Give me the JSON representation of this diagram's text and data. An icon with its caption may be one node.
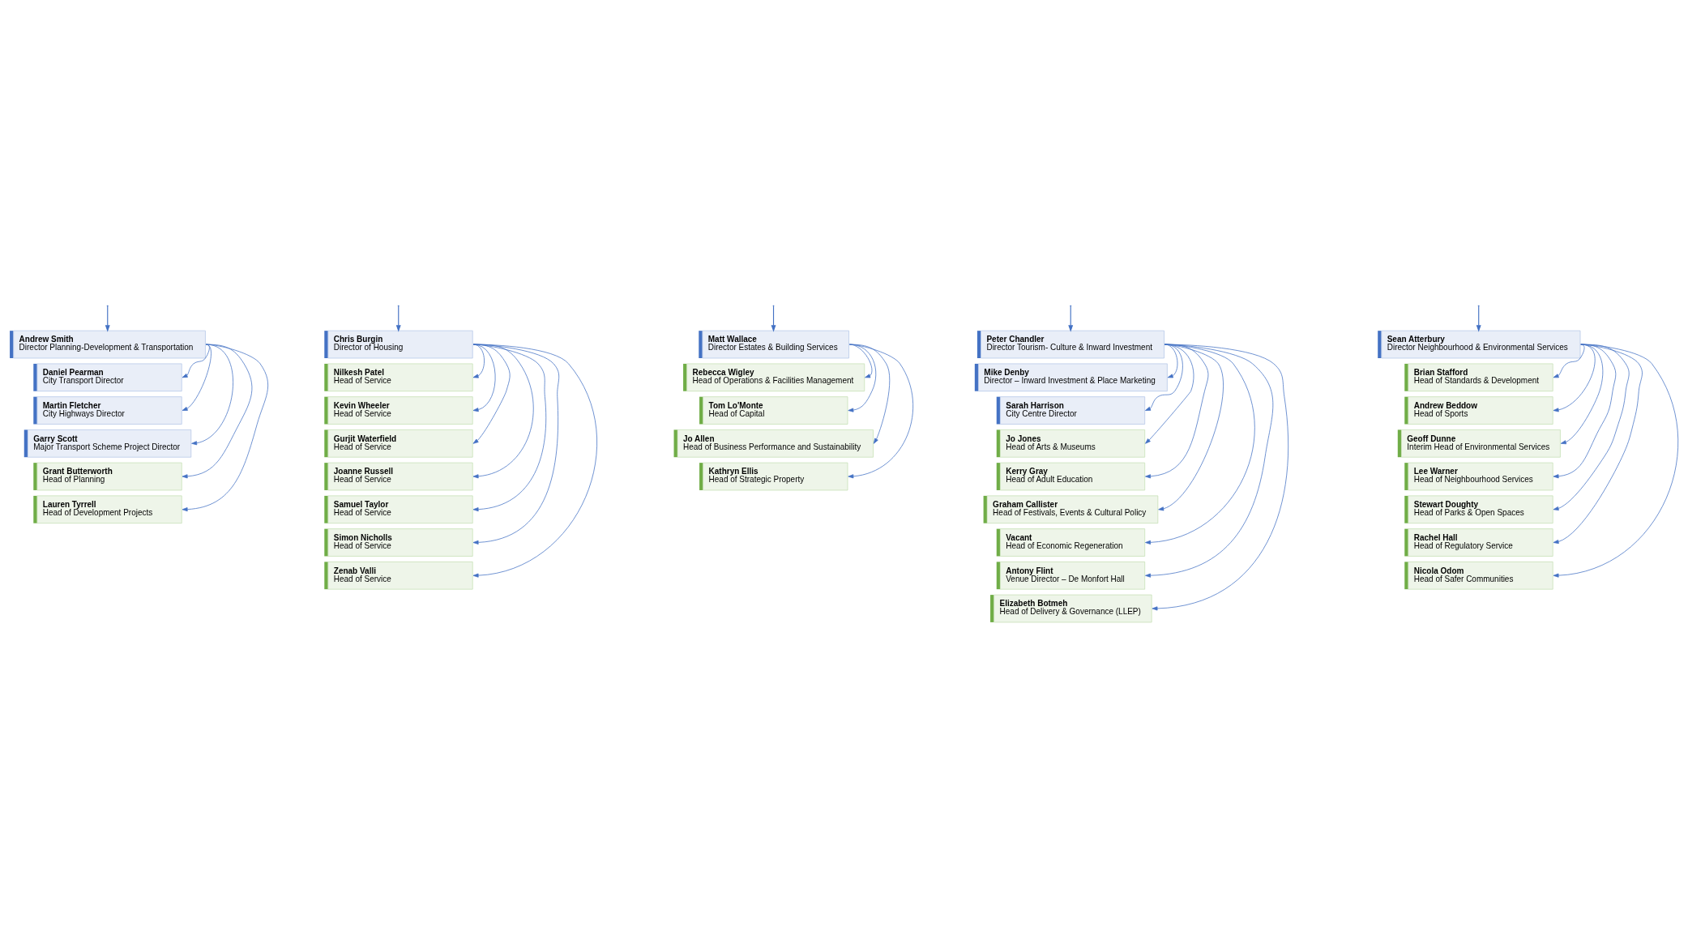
{
  "diagram": {
    "nodes": [
      {
        "text": [
          "Andrew Smith",
          "Director Planning-Development & Transportation"
        ]
      },
      {
        "text": [
          "Daniel Pearman",
          "City Transport Director"
        ]
      },
      {
        "text": [
          "Martin Fletcher",
          "City Highways Director"
        ]
      },
      {
        "text": [
          "Garry Scott",
          "Major Transport Scheme Project Director"
        ]
      },
      {
        "text": [
          "Grant Butterworth",
          "Head of Planning"
        ]
      },
      {
        "text": [
          "Lauren Tyrrell",
          "Head of Development Projects"
        ]
      },
      {
        "text": [
          "Chris Burgin",
          "Director of Housing"
        ]
      },
      {
        "text": [
          "Nilkesh Patel",
          "Head of Service"
        ]
      },
      {
        "text": [
          "Kevin Wheeler",
          "Head of Service"
        ]
      },
      {
        "text": [
          "Gurjit Waterfield",
          "Head of Service"
        ]
      },
      {
        "text": [
          "Joanne Russell",
          "Head of Service"
        ]
      },
      {
        "text": [
          "Samuel Taylor",
          "Head of Service"
        ]
      },
      {
        "text": [
          "Simon Nicholls",
          "Head of Service"
        ]
      },
      {
        "text": [
          "Zenab Valli",
          "Head of Service"
        ]
      },
      {
        "text": [
          "Matt Wallace",
          "Director Estates & Building Services"
        ]
      },
      {
        "text": [
          "Rebecca Wigley",
          "Head of Operations & Facilities Management"
        ]
      },
      {
        "text": [
          "Tom Lo'Monte",
          "Head of Capital"
        ]
      },
      {
        "text": [
          "Jo Allen",
          "Head of Business Performance and Sustainability"
        ]
      },
      {
        "text": [
          "Kathryn Ellis",
          "Head of Strategic Property"
        ]
      },
      {
        "text": [
          "Peter Chandler",
          "Director Tourism- Culture & Inward Investment"
        ]
      },
      {
        "text": [
          "Mike Denby",
          "Director – Inward Investment & Place Marketing"
        ]
      },
      {
        "text": [
          "Sarah Harrison",
          "City Centre Director"
        ]
      },
      {
        "text": [
          "Jo Jones",
          "Head of Arts & Museums"
        ]
      },
      {
        "text": [
          "Kerry Gray",
          "Head of Adult Education"
        ]
      },
      {
        "text": [
          "Graham Callister",
          "Head of Festivals, Events & Cultural Policy"
        ]
      },
      {
        "text": [
          "Vacant",
          "Head of Economic Regeneration"
        ]
      },
      {
        "text": [
          "Antony Flint",
          "Venue Director – De Monfort Hall"
        ]
      },
      {
        "text": [
          "Elizabeth Botmeh",
          "Head of Delivery & Governance (LLEP)"
        ]
      },
      {
        "text": [
          "Sean Atterbury",
          "Director Neighbourhood & Environmental Services"
        ]
      },
      {
        "text": [
          "Brian Stafford",
          "Head of Standards & Development"
        ]
      },
      {
        "text": [
          "Andrew Beddow",
          "Head of Sports"
        ]
      },
      {
        "text": [
          "Geoff Dunne",
          "Interim Head of Environmental Services"
        ]
      },
      {
        "text": [
          "Lee Warner",
          "Head of Neighbourhood Services"
        ]
      },
      {
        "text": [
          "Stewart Doughty",
          "Head of Parks & Open Spaces"
        ]
      },
      {
        "text": [
          "Rachel Hall",
          "Head of Regulatory Service"
        ]
      },
      {
        "text": [
          "Nicola Odom",
          "Head of Safer Communities"
        ]
      }
    ],
    "edges": [
      {
        "from": null,
        "to": 0,
        "arrow": "to"
      },
      {
        "from": null,
        "to": 6,
        "arrow": "to"
      },
      {
        "from": null,
        "to": 14,
        "arrow": "to"
      },
      {
        "from": null,
        "to": 19,
        "arrow": "to"
      },
      {
        "from": null,
        "to": 28,
        "arrow": "to"
      },
      {
        "from": 0,
        "to": 1,
        "arrow": "to"
      },
      {
        "from": 0,
        "to": 2,
        "arrow": "to"
      },
      {
        "from": 0,
        "to": 3,
        "arrow": "to"
      },
      {
        "from": 0,
        "to": 4,
        "arrow": "to"
      },
      {
        "from": 0,
        "to": 5,
        "arrow": "to"
      },
      {
        "from": 6,
        "to": 7,
        "arrow": "to"
      },
      {
        "from": 6,
        "to": 8,
        "arrow": "to"
      },
      {
        "from": 6,
        "to": 9,
        "arrow": "to"
      },
      {
        "from": 6,
        "to": 10,
        "arrow": "to"
      },
      {
        "from": 6,
        "to": 11,
        "arrow": "to"
      },
      {
        "from": 6,
        "to": 12,
        "arrow": "to"
      },
      {
        "from": 6,
        "to": 13,
        "arrow": "to"
      },
      {
        "from": 14,
        "to": 15,
        "arrow": "to"
      },
      {
        "from": 14,
        "to": 16,
        "arrow": "to"
      },
      {
        "from": 14,
        "to": 17,
        "arrow": "to"
      },
      {
        "from": 14,
        "to": 18,
        "arrow": "to"
      },
      {
        "from": 19,
        "to": 20,
        "arrow": "to"
      },
      {
        "from": 19,
        "to": 21,
        "arrow": "to"
      },
      {
        "from": 19,
        "to": 22,
        "arrow": "to"
      },
      {
        "from": 19,
        "to": 23,
        "arrow": "to"
      },
      {
        "from": 19,
        "to": 24,
        "arrow": "to"
      },
      {
        "from": 19,
        "to": 25,
        "arrow": "to"
      },
      {
        "from": 19,
        "to": 26,
        "arrow": "to"
      },
      {
        "from": 19,
        "to": 27,
        "arrow": "to"
      },
      {
        "from": 28,
        "to": 29,
        "arrow": "to"
      },
      {
        "from": 28,
        "to": 30,
        "arrow": "to"
      },
      {
        "from": 28,
        "to": 31,
        "arrow": "to"
      },
      {
        "from": 28,
        "to": 32,
        "arrow": "to"
      },
      {
        "from": 28,
        "to": 33,
        "arrow": "to"
      },
      {
        "from": 28,
        "to": 34,
        "arrow": "to"
      },
      {
        "from": 28,
        "to": 35,
        "arrow": "to"
      }
    ]
  }
}
